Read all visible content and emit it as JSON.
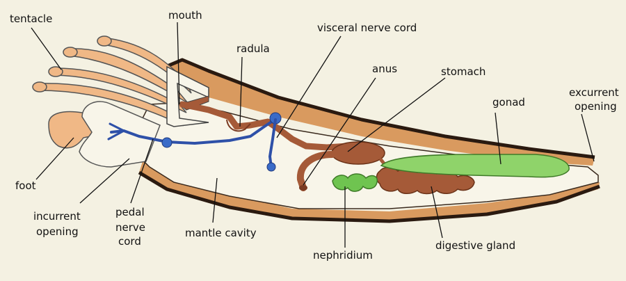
{
  "diagram": {
    "labels": {
      "tentacle": "tentacle",
      "mouth": "mouth",
      "radula": "radula",
      "visceral_nerve_cord": "visceral nerve cord",
      "anus": "anus",
      "stomach": "stomach",
      "gonad": "gonad",
      "excurrent_opening_1": "excurrent",
      "excurrent_opening_2": "opening",
      "foot": "foot",
      "incurrent_opening_1": "incurrent",
      "incurrent_opening_2": "opening",
      "pedal_nerve_cord_1": "pedal",
      "pedal_nerve_cord_2": "nerve",
      "pedal_nerve_cord_3": "cord",
      "mantle_cavity": "mantle cavity",
      "nephridium": "nephridium",
      "digestive_gland": "digestive gland"
    },
    "colors": {
      "background": "#f4f1e2",
      "shell": "#2a1a10",
      "mantle": "#d99a5f",
      "gut": "#a55a38",
      "nerve": "#2e50a8",
      "gonad": "#8fd36a",
      "nephridium": "#6fc450",
      "foot": "#f0b886"
    }
  }
}
